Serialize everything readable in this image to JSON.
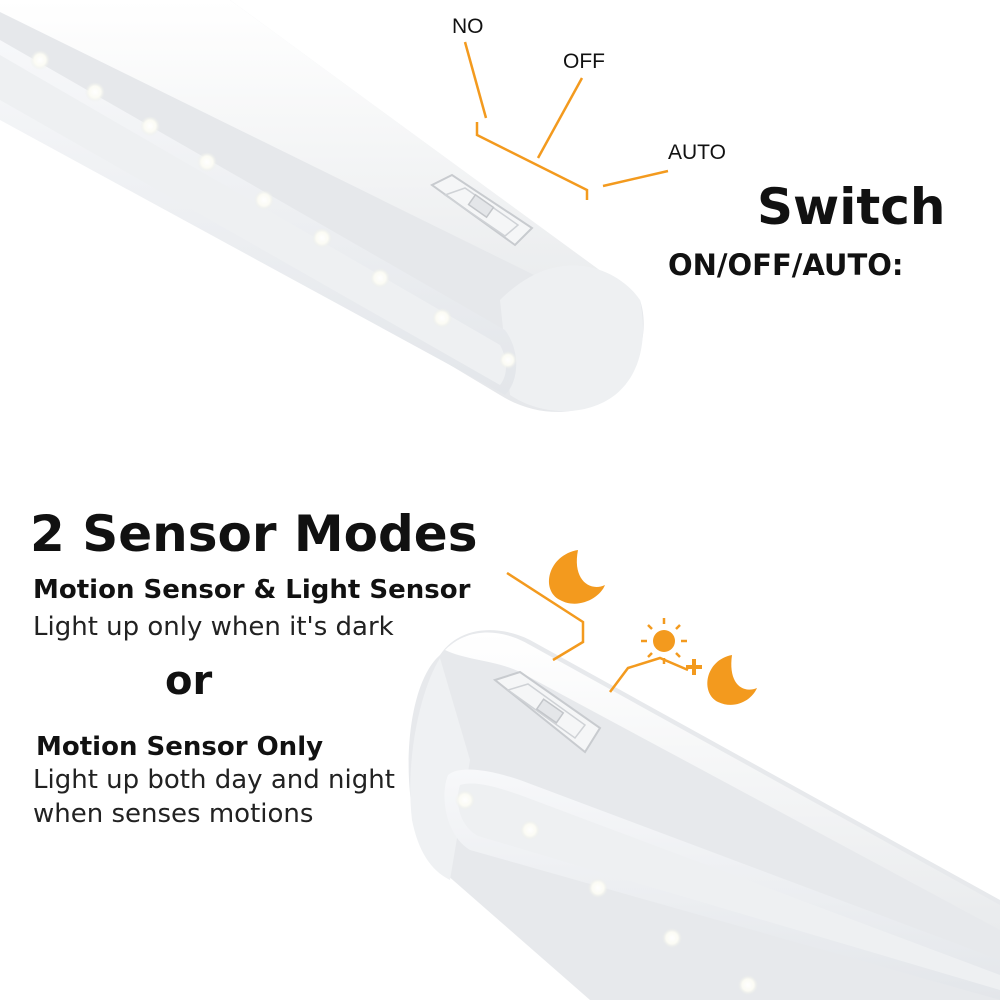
{
  "switch_section": {
    "label_no": "NO",
    "label_off": "OFF",
    "label_auto": "AUTO",
    "title": "Switch",
    "subtitle": "ON/OFF/AUTO:"
  },
  "modes_section": {
    "title": "2 Sensor Modes",
    "mode1_title": "Motion Sensor & Light Sensor",
    "mode1_desc": "Light up only when it's dark",
    "or": "or",
    "mode2_title": "Motion Sensor Only",
    "mode2_desc_line1": "Light up both day and night",
    "mode2_desc_line2": "when senses motions"
  },
  "icons": [
    "moon-icon",
    "sun-icon",
    "plus-icon",
    "moon-icon"
  ],
  "colors": {
    "accent": "#f39a1e",
    "led_bar": "#f1f2f3",
    "led_shadow": "#d4d6d9",
    "text": "#111111"
  }
}
